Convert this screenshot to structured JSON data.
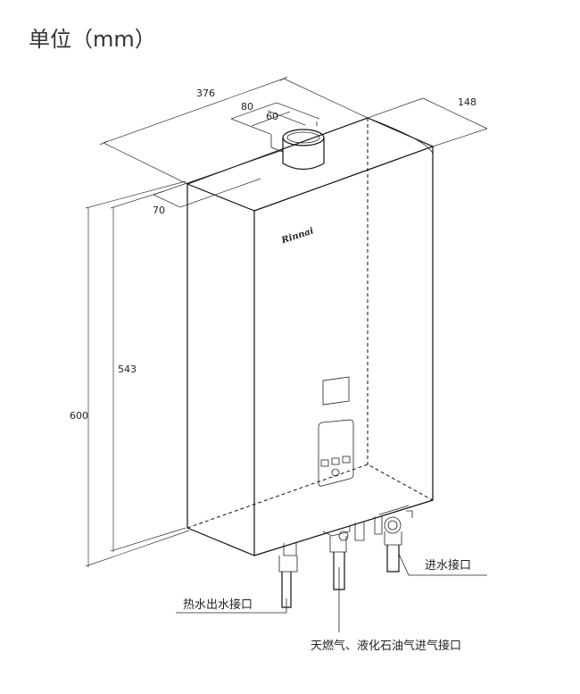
{
  "unit_label": "单位（mm）",
  "dimensions": {
    "total_width": "376",
    "depth": "148",
    "flue_outer": "80",
    "flue_inner": "60",
    "flue_offset": "70",
    "total_height": "600",
    "body_height": "543"
  },
  "brand": "Rinnai",
  "callouts": {
    "hot_water_outlet": "热水出水接口",
    "gas_inlet": "天燃气、液化石油气进气接口",
    "water_inlet": "进水接口"
  }
}
